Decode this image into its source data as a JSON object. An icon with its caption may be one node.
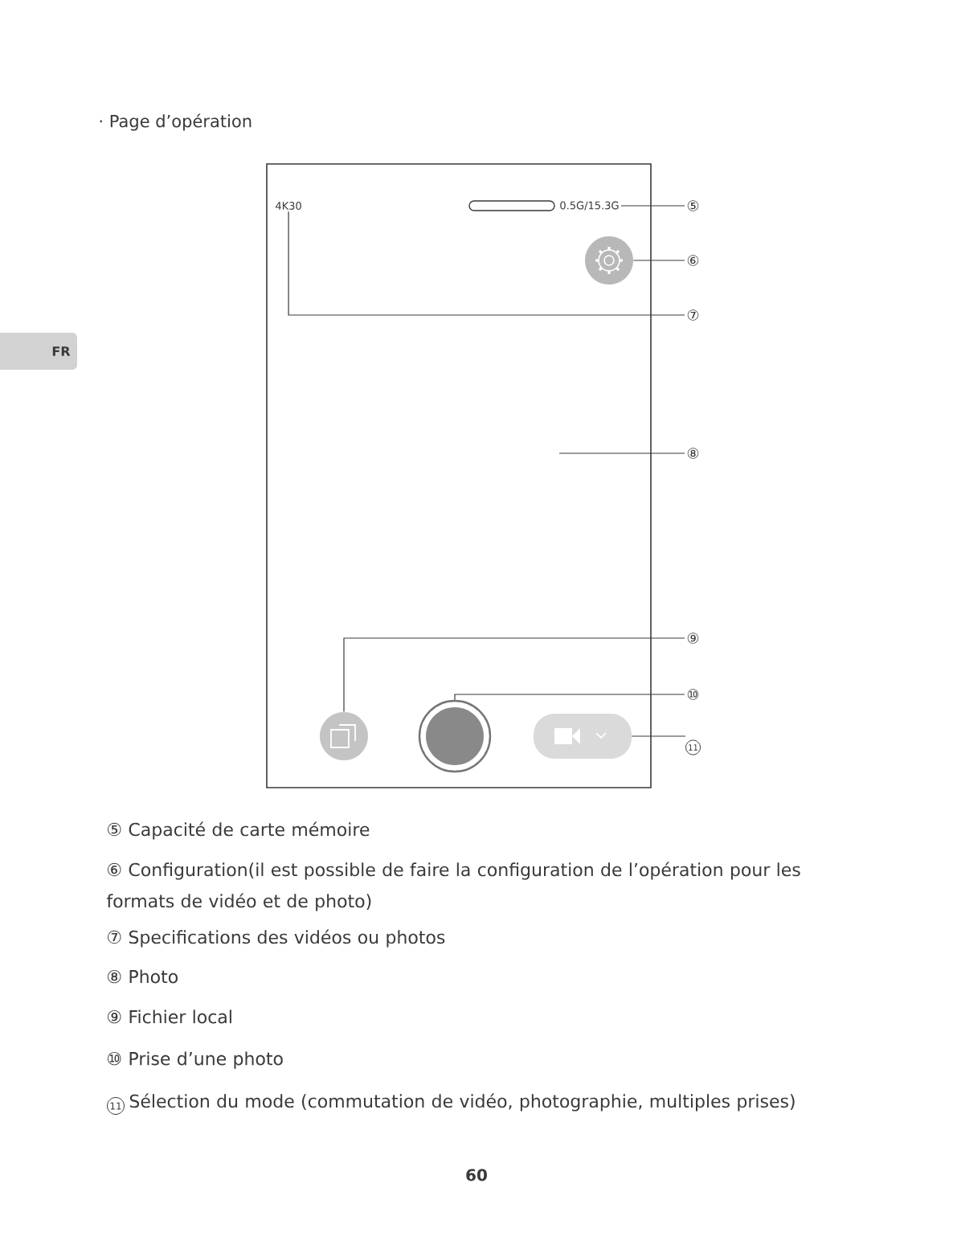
{
  "diagram": {
    "title": "· Page d’opération",
    "nodes": [
      {
        "text": [],
        "shape": "box"
      },
      {
        "text": [
          "4K30"
        ],
        "in": 0
      },
      {
        "text": [
          "0.5G/15.3G"
        ],
        "in": 0
      },
      {
        "text": [],
        "shape": "circle",
        "in": 0
      },
      {
        "text": [],
        "shape": "circle",
        "in": 0
      },
      {
        "text": [],
        "shape": "circle",
        "in": 0
      },
      {
        "text": [],
        "shape": "box",
        "in": 0
      },
      {
        "text": [
          "⑤"
        ]
      },
      {
        "text": [
          "⑥"
        ]
      },
      {
        "text": [
          "⑦"
        ]
      },
      {
        "text": [
          "⑧"
        ]
      },
      {
        "text": [
          "⑨"
        ]
      },
      {
        "text": [
          "⑩"
        ]
      },
      {
        "text": [
          "11"
        ]
      }
    ],
    "edges": [
      {
        "from": 7,
        "to": 2,
        "arrow": "none"
      },
      {
        "from": 8,
        "to": 3,
        "arrow": "none"
      },
      {
        "from": 9,
        "to": 1,
        "arrow": "none"
      },
      {
        "from": 10,
        "to": null,
        "arrow": "none"
      },
      {
        "from": 11,
        "to": 4,
        "arrow": "none"
      },
      {
        "from": 12,
        "to": 5,
        "arrow": "none"
      },
      {
        "from": 13,
        "to": 6,
        "arrow": "none"
      }
    ],
    "labels": [
      "FR",
      "⑤ Capacité de carte mémoire",
      "⑥ Configuration(il est possible de faire la configuration de l’opération pour les formats de vidéo et de photo)",
      "⑦ Specifications des vidéos ou photos",
      "⑧ Photo",
      "⑨ Fichier local",
      "⑩ Prise d’une photo",
      "11",
      "Sélection du mode (commutation de vidéo, photographie, multiples prises)",
      "60"
    ]
  }
}
